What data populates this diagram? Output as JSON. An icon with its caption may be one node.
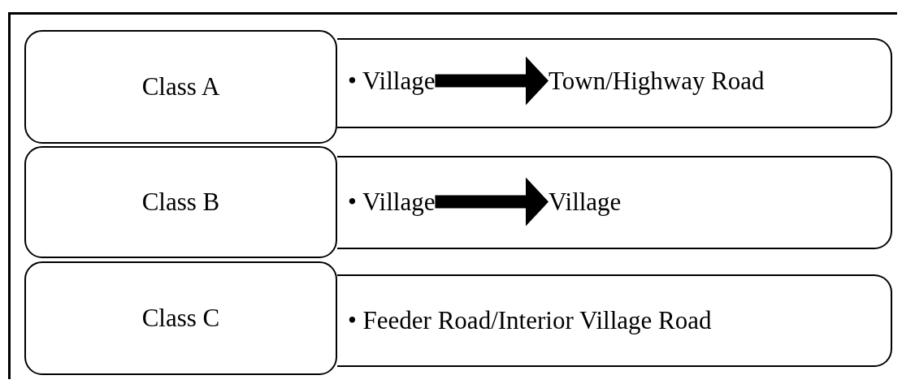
{
  "diagram": {
    "nodes": [
      {
        "text": [
          "Class A"
        ]
      },
      {
        "text": [],
        "shape": "box"
      },
      {
        "text": [
          "• Village"
        ],
        "in": 1
      },
      {
        "text": [
          "Town/Highway Road"
        ],
        "in": 1
      },
      {
        "text": [
          "Class B"
        ]
      },
      {
        "text": [],
        "shape": "box"
      },
      {
        "text": [
          "• Village"
        ],
        "in": 5
      },
      {
        "text": [
          "Village"
        ],
        "in": 5
      },
      {
        "text": [
          "Class C"
        ]
      },
      {
        "text": [
          "• Feeder Road/Interior Village Road"
        ]
      }
    ],
    "edges": [
      {
        "from": 2,
        "to": 3,
        "arrow": "to",
        "style": "thick"
      },
      {
        "from": 6,
        "to": 7,
        "arrow": "to",
        "style": "thick"
      }
    ]
  }
}
